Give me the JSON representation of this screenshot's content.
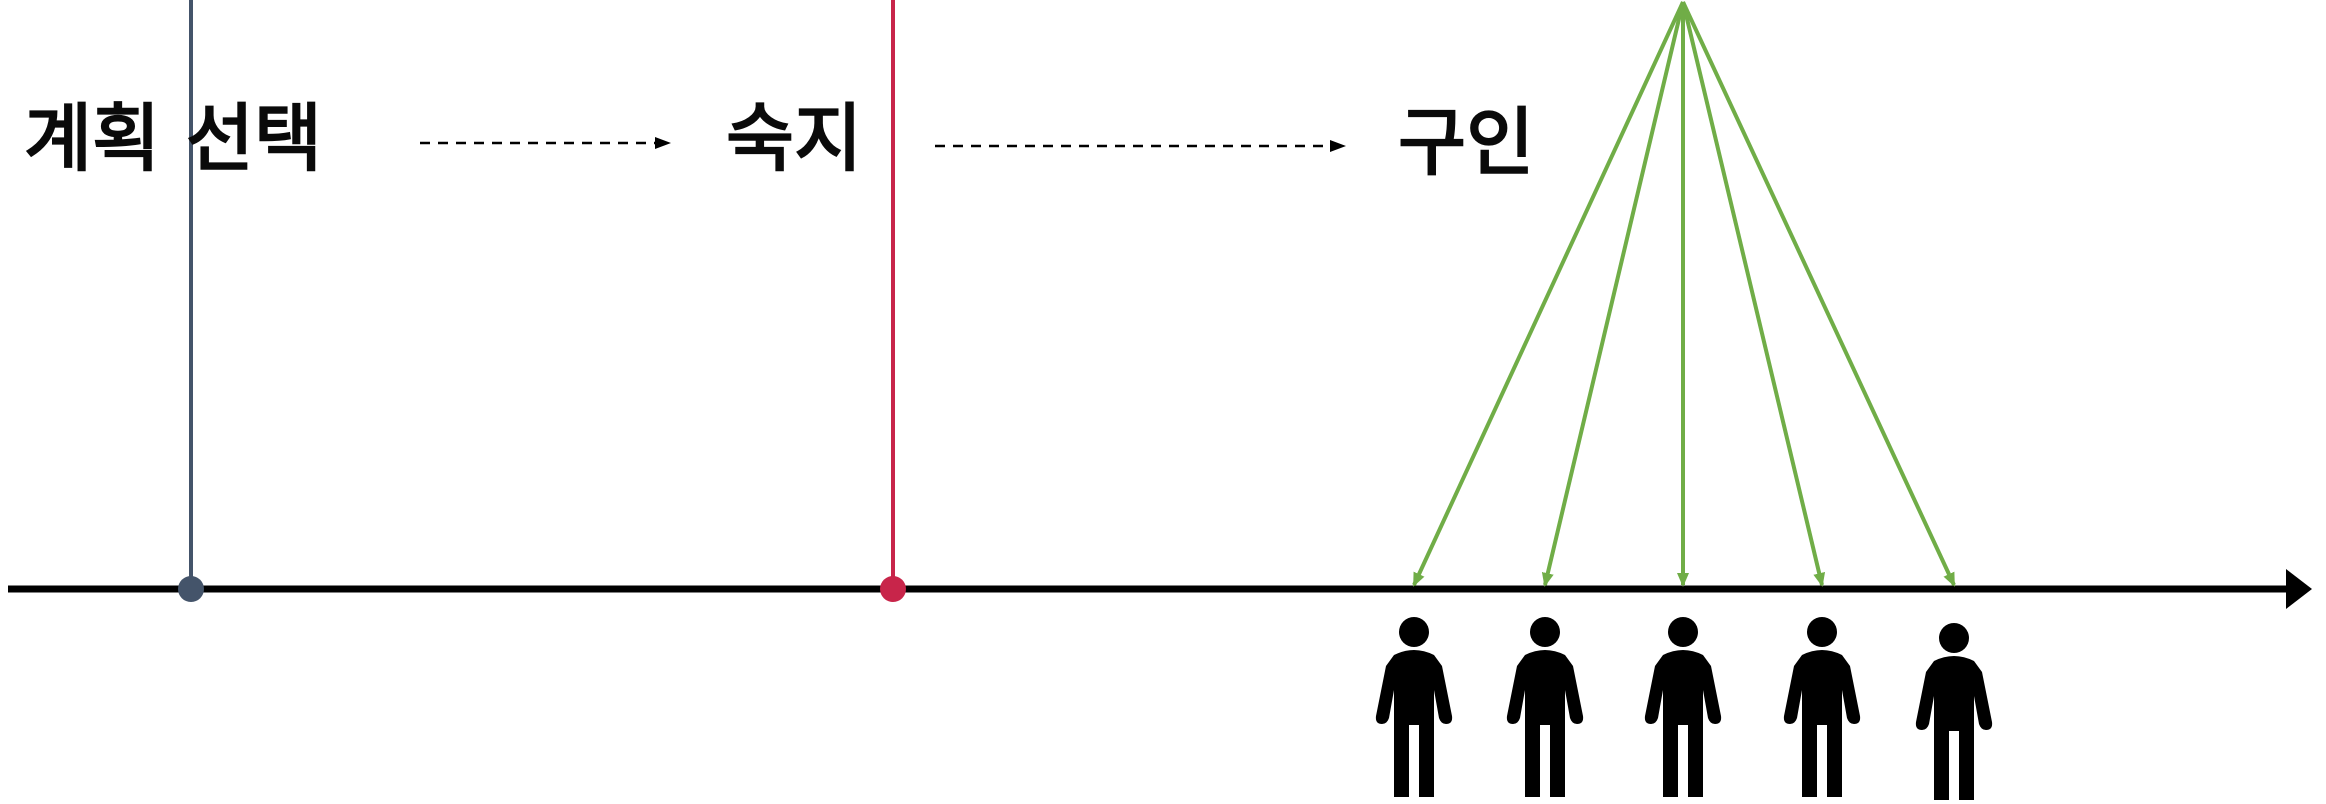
{
  "labels": {
    "plan": "계획 선택",
    "crime": "숙지",
    "hire": "구인"
  },
  "colors": {
    "axis": "#000000",
    "plan_marker": "#44546a",
    "crime_marker": "#c8254a",
    "arrows": "#70ad47",
    "people": "#000000",
    "dashed_arrows": "#000000"
  },
  "people_count": 5,
  "icons": [
    "person-icon",
    "person-icon",
    "person-icon",
    "person-icon",
    "person-icon"
  ]
}
